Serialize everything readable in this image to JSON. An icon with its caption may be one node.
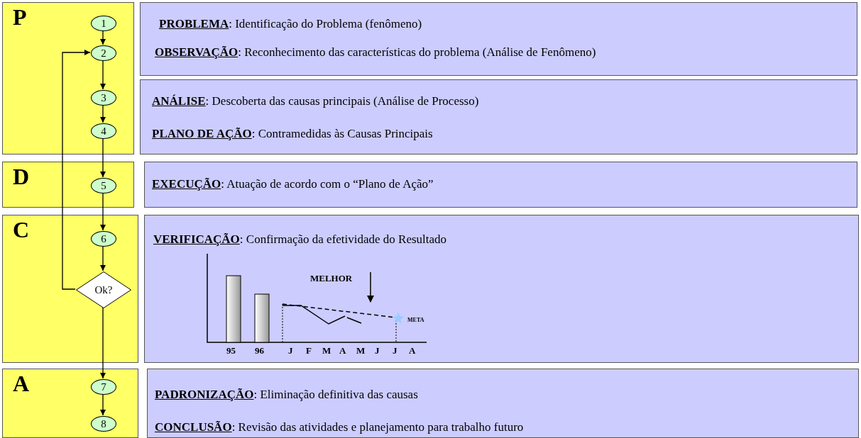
{
  "diagram": {
    "nodes": [
      {
        "text": [
          "P"
        ]
      },
      {
        "text": [
          "1"
        ],
        "in": 0
      },
      {
        "text": [
          "2"
        ],
        "in": 0
      },
      {
        "text": [
          "3"
        ],
        "in": 0
      },
      {
        "text": [
          "4"
        ],
        "in": 0
      },
      {
        "text": [
          "**PROBLEMA**: Identificação do Problema (fenômeno)",
          "**OBSERVAÇÃO**: Reconhecimento das características do problema (Análise de Fenômeno)"
        ]
      },
      {
        "text": [
          "**ANÁLISE**: Descoberta das causas principais (Análise de Processo)",
          "**PLANO DE AÇÃO**: Contramedidas às Causas Principais"
        ]
      },
      {
        "text": [
          "D"
        ]
      },
      {
        "text": [
          "5"
        ],
        "in": 7
      },
      {
        "text": [
          "**EXECUÇÃO**: Atuação de acordo com o “Plano de Ação”"
        ]
      },
      {
        "text": [
          "C"
        ]
      },
      {
        "text": [
          "6"
        ],
        "in": 10
      },
      {
        "text": [
          "Ok?"
        ],
        "in": 10
      },
      {
        "text": [
          "**VERIFICAÇÃO**: Confirmação da efetividade do Resultado"
        ]
      },
      {
        "text": [
          "A"
        ]
      },
      {
        "text": [
          "7"
        ],
        "in": 14
      },
      {
        "text": [
          "8"
        ],
        "in": 14
      },
      {
        "text": [
          "**PADRONIZAÇÃO**: Eliminação definitiva das causas",
          "**CONCLUSÃO**: Revisão das atividades e planejamento para trabalho futuro"
        ]
      }
    ],
    "edges": [
      {
        "from": 1,
        "to": 2,
        "arrow": "to"
      },
      {
        "from": 2,
        "to": 3,
        "arrow": "to"
      },
      {
        "from": 3,
        "to": 4,
        "arrow": "to"
      },
      {
        "from": 4,
        "to": 8,
        "arrow": "to"
      },
      {
        "from": 8,
        "to": 11,
        "arrow": "to"
      },
      {
        "from": 11,
        "to": 12,
        "arrow": "to"
      },
      {
        "from": 12,
        "to": 2,
        "arrow": "to"
      },
      {
        "from": 12,
        "to": 15,
        "arrow": "to"
      },
      {
        "from": 15,
        "to": 16,
        "arrow": "to"
      }
    ],
    "labels": [
      "MELHOR",
      "META",
      "95",
      "96",
      "J",
      "F",
      "M",
      "A",
      "M",
      "J",
      "J",
      "A"
    ]
  }
}
